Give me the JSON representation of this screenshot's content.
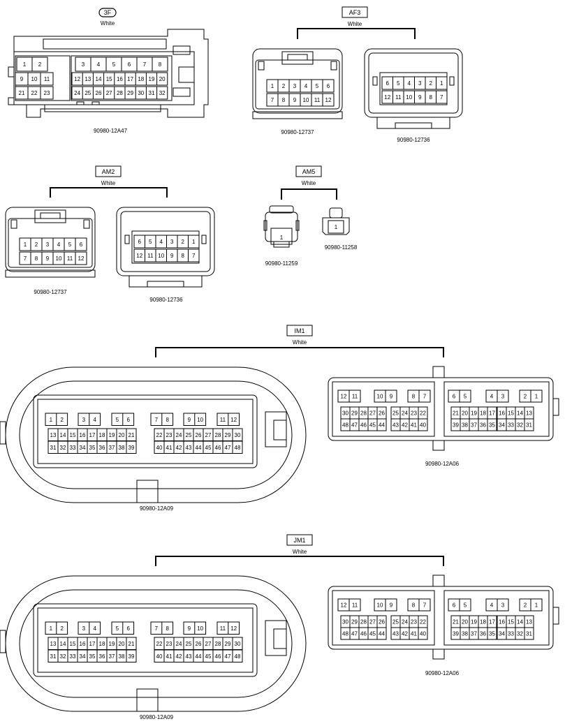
{
  "color_note": "White",
  "groups": {
    "g3f": {
      "tag": "3F",
      "color": "White"
    },
    "af3": {
      "tag": "AF3",
      "color": "White"
    },
    "am2": {
      "tag": "AM2",
      "color": "White"
    },
    "am5": {
      "tag": "AM5",
      "color": "White"
    },
    "im1": {
      "tag": "IM1",
      "color": "White"
    },
    "jm1": {
      "tag": "JM1",
      "color": "White"
    }
  },
  "parts": {
    "c3f": "90980-12A47",
    "af3_a": "90980-12737",
    "af3_b": "90980-12736",
    "am2_a": "90980-12737",
    "am2_b": "90980-12736",
    "am5_a": "90980-11259",
    "am5_b": "90980-11258",
    "im1_a": "90980-12A09",
    "im1_b": "90980-12A06",
    "jm1_a": "90980-12A09",
    "jm1_b": "90980-12A06"
  },
  "connectors": {
    "c3f": {
      "top_left": [
        "1",
        "2"
      ],
      "top_right": [
        "3",
        "4",
        "5",
        "6",
        "7",
        "8"
      ],
      "row2": [
        "9",
        "10",
        "11",
        "12",
        "13",
        "14",
        "15",
        "16",
        "17",
        "18",
        "19",
        "20"
      ],
      "row3": [
        "21",
        "22",
        "23",
        "24",
        "25",
        "26",
        "27",
        "28",
        "29",
        "30",
        "31",
        "32"
      ]
    },
    "c12737": {
      "row1": [
        "1",
        "2",
        "3",
        "4",
        "5",
        "6"
      ],
      "row2": [
        "7",
        "8",
        "9",
        "10",
        "11",
        "12"
      ]
    },
    "c12736": {
      "row1": [
        "6",
        "5",
        "4",
        "3",
        "2",
        "1"
      ],
      "row2": [
        "12",
        "11",
        "10",
        "9",
        "8",
        "7"
      ]
    },
    "c11259": [
      "1"
    ],
    "c11258": [
      "1"
    ],
    "c12a09": {
      "top": [
        [
          "1",
          "2"
        ],
        [
          "3",
          "4"
        ],
        [
          "5",
          "6"
        ],
        [
          "7",
          "8"
        ],
        [
          "9",
          "10"
        ],
        [
          "11",
          "12"
        ]
      ],
      "mid": [
        [
          "13",
          "14",
          "15",
          "16"
        ],
        [
          "17",
          "18",
          "19",
          "20",
          "21"
        ],
        [
          "22",
          "23",
          "24",
          "25"
        ],
        [
          "26",
          "27",
          "28",
          "29",
          "30"
        ]
      ],
      "bot": [
        [
          "31",
          "32",
          "33",
          "34"
        ],
        [
          "35",
          "36",
          "37",
          "38",
          "39"
        ],
        [
          "40",
          "41",
          "42",
          "43"
        ],
        [
          "44",
          "45",
          "46",
          "47",
          "48"
        ]
      ]
    },
    "c12a06": {
      "top": [
        [
          "12",
          "11"
        ],
        [
          "10",
          "9"
        ],
        [
          "8",
          "7"
        ],
        [
          "6",
          "5"
        ],
        [
          "4",
          "3"
        ],
        [
          "2",
          "1"
        ]
      ],
      "mid": [
        [
          "30",
          "29",
          "28",
          "27",
          "26"
        ],
        [
          "25",
          "24",
          "23",
          "22"
        ],
        [
          "21",
          "20",
          "19",
          "18",
          "17"
        ],
        [
          "16",
          "15",
          "14",
          "13"
        ]
      ],
      "bot": [
        [
          "48",
          "47",
          "46",
          "45",
          "44"
        ],
        [
          "43",
          "42",
          "41",
          "40"
        ],
        [
          "39",
          "38",
          "37",
          "36",
          "35"
        ],
        [
          "34",
          "33",
          "32",
          "31"
        ]
      ]
    }
  }
}
